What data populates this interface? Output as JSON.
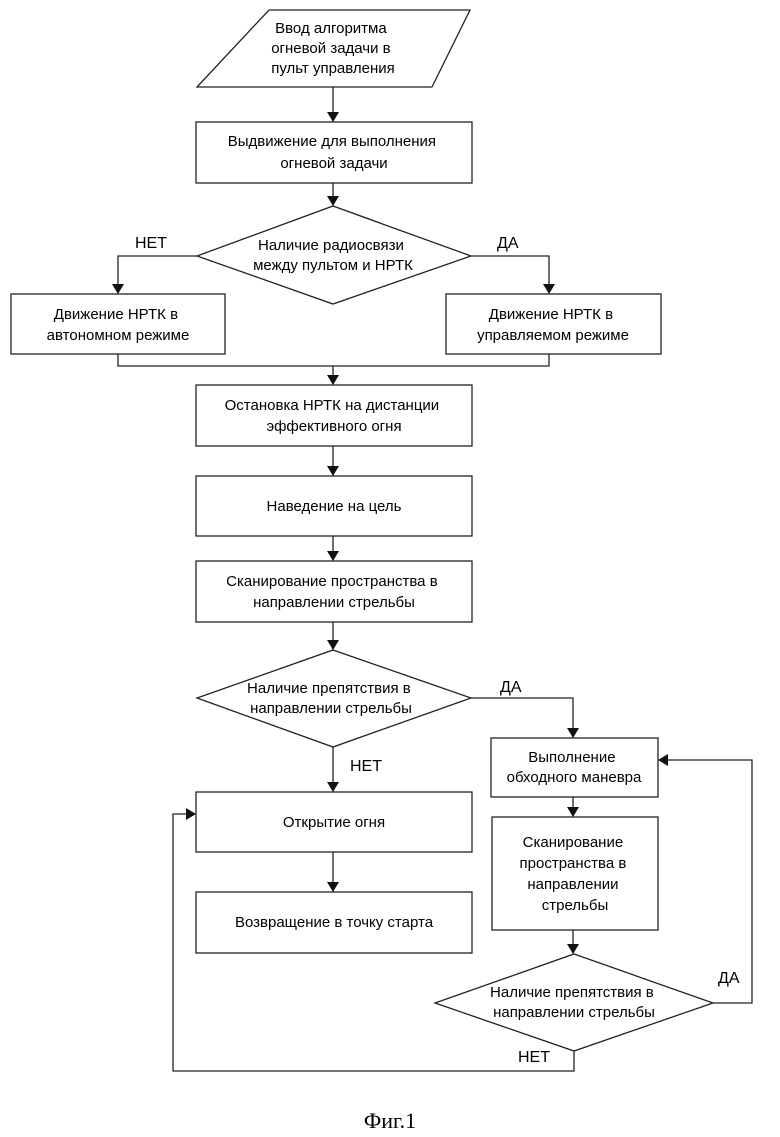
{
  "nodes": {
    "input_algorithm": [
      "Ввод алгоритма",
      "огневой задачи в",
      "пульт управления"
    ],
    "advance": [
      "Выдвижение для выполнения",
      "огневой задачи"
    ],
    "radio_check": [
      "Наличие радиосвязи",
      "между пультом и НРТК"
    ],
    "autonomous": [
      "Движение НРТК в",
      "автономном режиме"
    ],
    "controlled": [
      "Движение НРТК в",
      "управляемом режиме"
    ],
    "stop": [
      "Остановка НРТК на дистанции",
      "эффективного огня"
    ],
    "aim": [
      "Наведение на цель"
    ],
    "scan1": [
      "Сканирование пространства в",
      "направлении стрельбы"
    ],
    "obstacle1": [
      "Наличие препятствия в",
      "направлении стрельбы"
    ],
    "bypass": [
      "Выполнение",
      "обходного маневра"
    ],
    "fire": [
      "Открытие огня"
    ],
    "scan2": [
      "Сканирование",
      "пространства в",
      "направлении",
      "стрельбы"
    ],
    "return": [
      "Возвращение в точку старта"
    ],
    "obstacle2": [
      "Наличие препятствия в",
      "направлении стрельбы"
    ]
  },
  "branch_labels": {
    "radio_no": "НЕТ",
    "radio_yes": "ДА",
    "obstacle1_yes": "ДА",
    "obstacle1_no": "НЕТ",
    "obstacle2_yes": "ДА",
    "obstacle2_no": "НЕТ"
  },
  "caption": "Фиг.1"
}
